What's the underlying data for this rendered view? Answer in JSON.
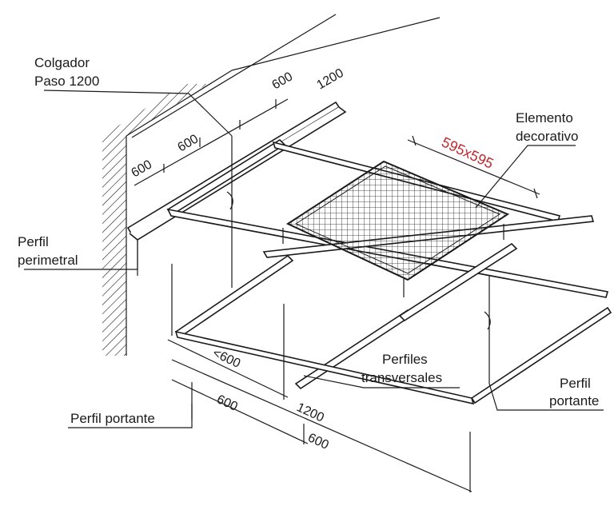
{
  "labels": {
    "colgador_line1": "Colgador",
    "colgador_line2": "Paso 1200",
    "elemento_line1": "Elemento",
    "elemento_line2": "decorativo",
    "perimetral_line1": "Perfil",
    "perimetral_line2": "perimetral",
    "transversales_line1": "Perfiles",
    "transversales_line2": "transversales",
    "portante_right_line1": "Perfil",
    "portante_right_line2": "portante",
    "portante_left": "Perfil portante"
  },
  "dimensions": {
    "top_600_a": "600",
    "top_1200": "1200",
    "left_600_a": "600",
    "left_600_b": "600",
    "panel_size": "595x595",
    "lt600": "<600",
    "bottom_600_a": "600",
    "bottom_1200": "1200",
    "bottom_600_b": "600"
  },
  "colors": {
    "line": "#1a1a1a",
    "panel_size_text": "#c0282d"
  }
}
